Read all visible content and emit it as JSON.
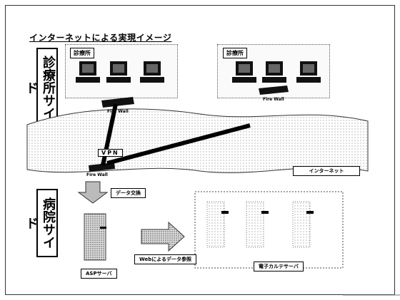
{
  "title": "インターネットによる実現イメージ",
  "sides": {
    "clinic": "診療所サイド",
    "hospital": "病院サイド"
  },
  "clinics": [
    {
      "tag": "診療所"
    },
    {
      "tag": "診療所"
    }
  ],
  "firewall": "Fire Wall",
  "vpn": "VPN",
  "internet": "インターネット",
  "data_exchange": "データ交換",
  "asp_server": "ASPサーバ",
  "web_reference": "Webによるデータ参照",
  "emr_label": "電子カルテサーバ"
}
